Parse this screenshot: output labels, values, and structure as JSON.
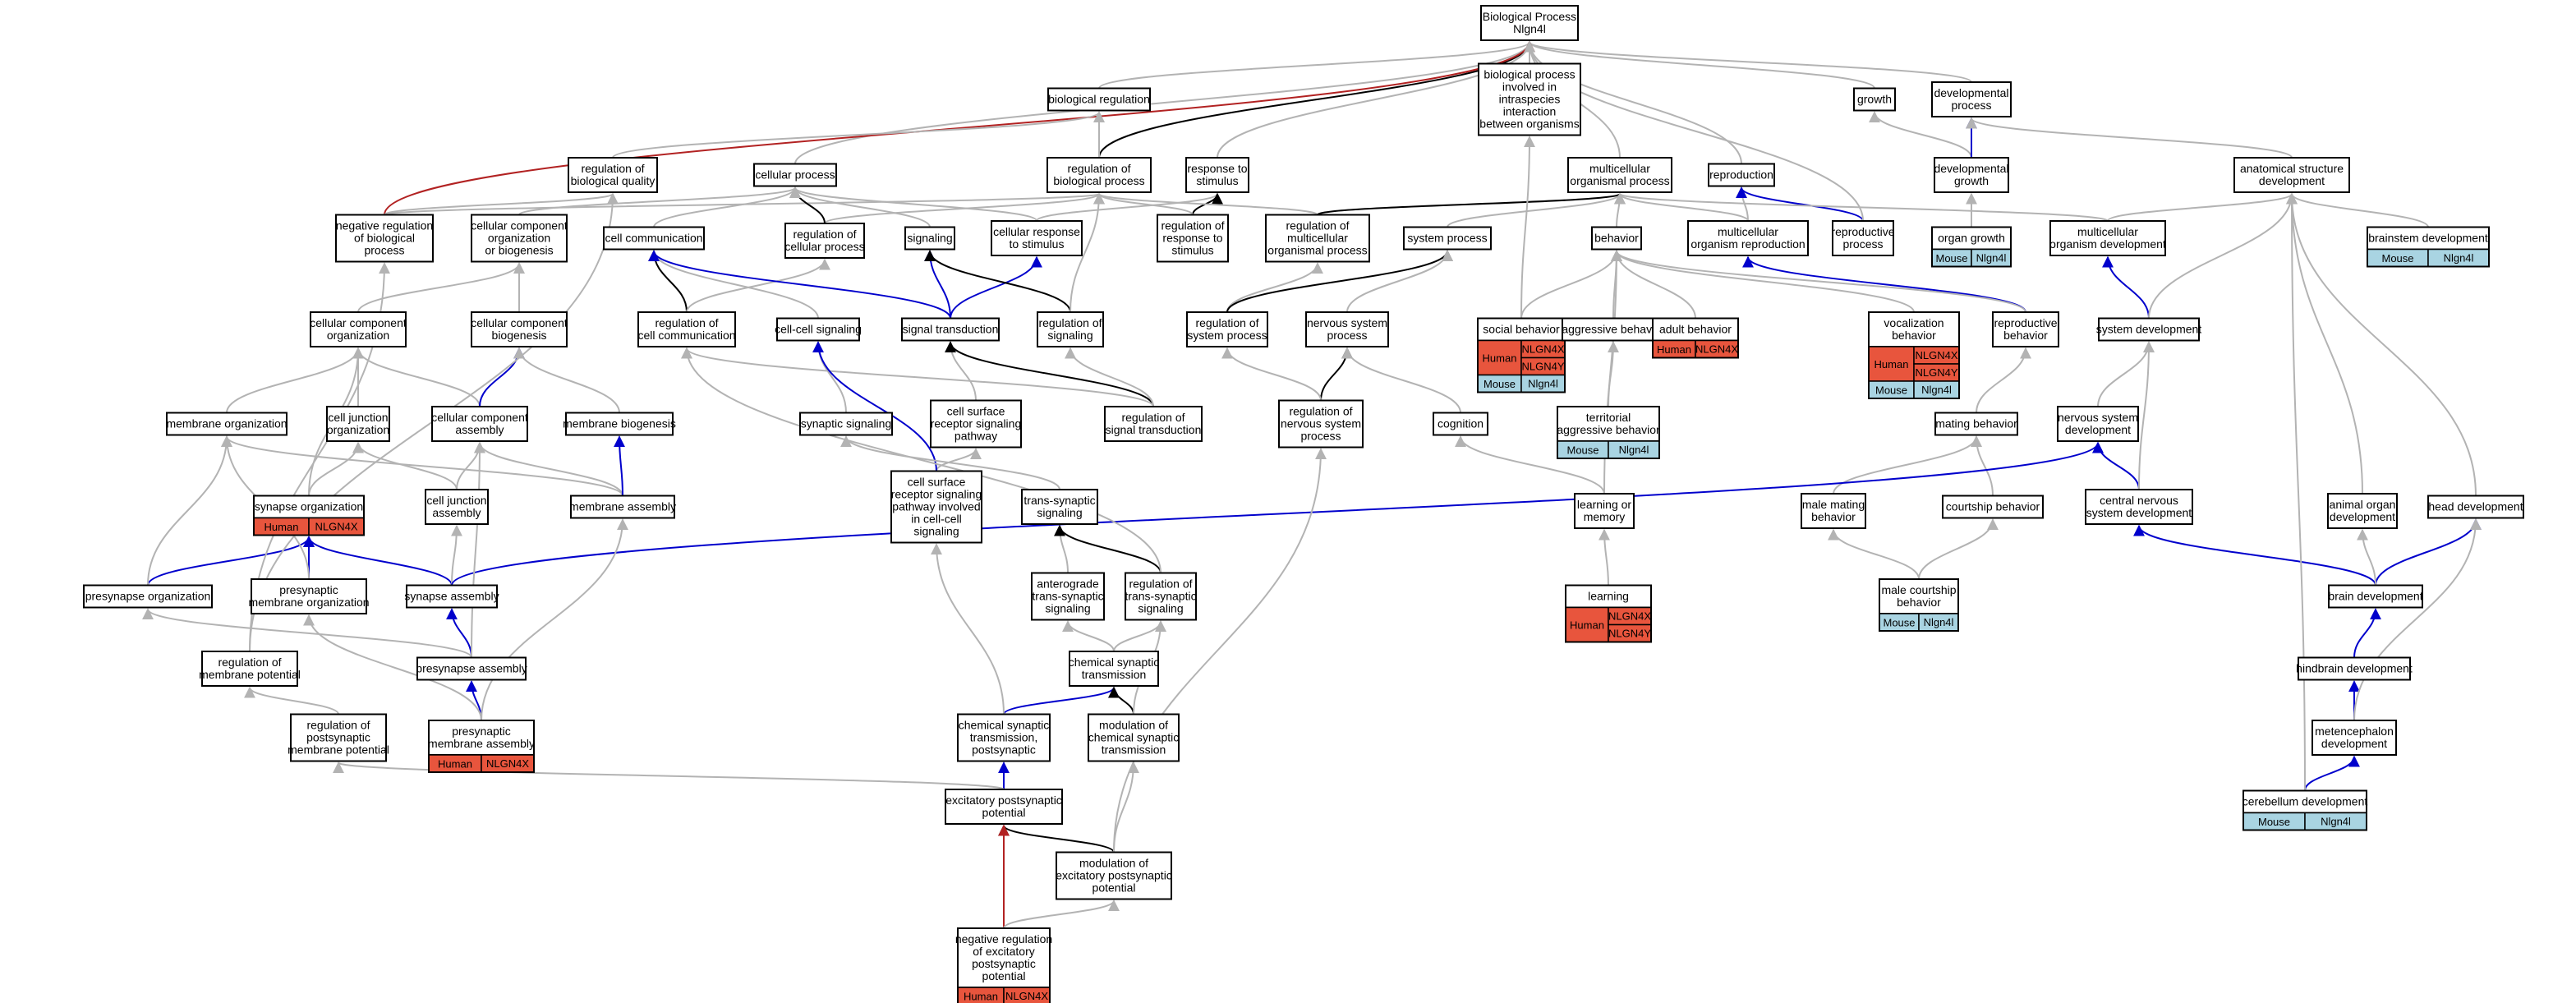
{
  "colors": {
    "is_a": "#b3b3b3",
    "regulates": "#000000",
    "positively_regulates": "#0000cc",
    "negatively_regulates": "#b22222",
    "human_fill": "#e8553d",
    "mouse_fill": "#a9d4e2",
    "node_border": "#000000"
  },
  "nodes": [
    {
      "id": "bp",
      "lines": [
        "Biological Process",
        "Nlgn4l"
      ]
    },
    {
      "id": "bioreg",
      "lines": [
        "biological regulation"
      ]
    },
    {
      "id": "bpinter",
      "lines": [
        "biological process",
        "involved in",
        "intraspecies",
        "interaction",
        "between organisms"
      ]
    },
    {
      "id": "growth",
      "lines": [
        "growth"
      ]
    },
    {
      "id": "devproc",
      "lines": [
        "developmental",
        "process"
      ]
    },
    {
      "id": "regbioq",
      "lines": [
        "regulation of",
        "biological quality"
      ]
    },
    {
      "id": "cellproc",
      "lines": [
        "cellular process"
      ]
    },
    {
      "id": "regbp",
      "lines": [
        "regulation of",
        "biological process"
      ]
    },
    {
      "id": "respstim",
      "lines": [
        "response to",
        "stimulus"
      ]
    },
    {
      "id": "multiorg",
      "lines": [
        "multicellular",
        "organismal process"
      ]
    },
    {
      "id": "repro",
      "lines": [
        "reproduction"
      ]
    },
    {
      "id": "devgrowth",
      "lines": [
        "developmental",
        "growth"
      ]
    },
    {
      "id": "anatdev",
      "lines": [
        "anatomical structure",
        "development"
      ]
    },
    {
      "id": "negreg",
      "lines": [
        "negative regulation",
        "of biological",
        "process"
      ]
    },
    {
      "id": "ccorg",
      "lines": [
        "cellular component",
        "organization",
        "or biogenesis"
      ]
    },
    {
      "id": "cellcomm",
      "lines": [
        "cell communication"
      ]
    },
    {
      "id": "regcp",
      "lines": [
        "regulation of",
        "cellular process"
      ]
    },
    {
      "id": "signaling",
      "lines": [
        "signaling"
      ]
    },
    {
      "id": "cellresp",
      "lines": [
        "cellular response",
        "to stimulus"
      ]
    },
    {
      "id": "regresp",
      "lines": [
        "regulation of",
        "response to",
        "stimulus"
      ]
    },
    {
      "id": "regmulti",
      "lines": [
        "regulation of",
        "multicellular",
        "organismal process"
      ]
    },
    {
      "id": "sysproc",
      "lines": [
        "system process"
      ]
    },
    {
      "id": "behavior",
      "lines": [
        "behavior"
      ]
    },
    {
      "id": "multirepro",
      "lines": [
        "multicellular",
        "organism reproduction"
      ]
    },
    {
      "id": "reproproc",
      "lines": [
        "reproductive",
        "process"
      ]
    },
    {
      "id": "organgrowth",
      "lines": [
        "organ growth"
      ],
      "badge": {
        "org": "Mouse",
        "genes": [
          "Nlgn4l"
        ]
      }
    },
    {
      "id": "multidev",
      "lines": [
        "multicellular",
        "organism development"
      ]
    },
    {
      "id": "brainstem",
      "lines": [
        "brainstem development"
      ],
      "badge": {
        "org": "Mouse",
        "genes": [
          "Nlgn4l"
        ]
      }
    },
    {
      "id": "ccorg2",
      "lines": [
        "cellular component",
        "organization"
      ]
    },
    {
      "id": "ccbio",
      "lines": [
        "cellular component",
        "biogenesis"
      ]
    },
    {
      "id": "regcellcomm",
      "lines": [
        "regulation of",
        "cell communication"
      ]
    },
    {
      "id": "cellcell",
      "lines": [
        "cell-cell signaling"
      ]
    },
    {
      "id": "sigtrans",
      "lines": [
        "signal transduction"
      ]
    },
    {
      "id": "regsig",
      "lines": [
        "regulation of",
        "signaling"
      ]
    },
    {
      "id": "regsys",
      "lines": [
        "regulation of",
        "system process"
      ]
    },
    {
      "id": "nsproc",
      "lines": [
        "nervous system",
        "process"
      ]
    },
    {
      "id": "social",
      "lines": [
        "social behavior"
      ],
      "badge": {
        "org": "Human",
        "genes": [
          "NLGN4X",
          "NLGN4Y"
        ],
        "org2": "Mouse",
        "genes2": [
          "Nlgn4l"
        ]
      }
    },
    {
      "id": "aggr",
      "lines": [
        "aggressive behavior"
      ]
    },
    {
      "id": "adult",
      "lines": [
        "adult behavior"
      ],
      "badge": {
        "org": "Human",
        "genes": [
          "NLGN4X"
        ]
      }
    },
    {
      "id": "vocal",
      "lines": [
        "vocalization",
        "behavior"
      ],
      "badge": {
        "org": "Human",
        "genes": [
          "NLGN4X",
          "NLGN4Y"
        ],
        "org2": "Mouse",
        "genes2": [
          "Nlgn4l"
        ]
      }
    },
    {
      "id": "reprobeh",
      "lines": [
        "reproductive",
        "behavior"
      ]
    },
    {
      "id": "sysdev",
      "lines": [
        "system development"
      ]
    },
    {
      "id": "memorg",
      "lines": [
        "membrane organization"
      ]
    },
    {
      "id": "cjorg",
      "lines": [
        "cell junction",
        "organization"
      ]
    },
    {
      "id": "ccassem",
      "lines": [
        "cellular component",
        "assembly"
      ]
    },
    {
      "id": "membio",
      "lines": [
        "membrane biogenesis"
      ]
    },
    {
      "id": "csrec",
      "lines": [
        "cell surface",
        "receptor signaling",
        "pathway"
      ]
    },
    {
      "id": "regsigtrans",
      "lines": [
        "regulation of",
        "signal transduction"
      ]
    },
    {
      "id": "synsig",
      "lines": [
        "synaptic signaling"
      ]
    },
    {
      "id": "regnsp",
      "lines": [
        "regulation of",
        "nervous system",
        "process"
      ]
    },
    {
      "id": "cognition",
      "lines": [
        "cognition"
      ]
    },
    {
      "id": "territorial",
      "lines": [
        "territorial",
        "aggressive behavior"
      ],
      "badge": {
        "org": "Mouse",
        "genes": [
          "Nlgn4l"
        ]
      }
    },
    {
      "id": "mating",
      "lines": [
        "mating behavior"
      ]
    },
    {
      "id": "nsdev",
      "lines": [
        "nervous system",
        "development"
      ]
    },
    {
      "id": "synorg",
      "lines": [
        "synapse organization"
      ],
      "badge": {
        "org": "Human",
        "genes": [
          "NLGN4X"
        ]
      }
    },
    {
      "id": "cjassem",
      "lines": [
        "cell junction",
        "assembly"
      ]
    },
    {
      "id": "memassem",
      "lines": [
        "membrane assembly"
      ]
    },
    {
      "id": "csrec2",
      "lines": [
        "cell surface",
        "receptor signaling",
        "pathway involved",
        "in cell-cell",
        "signaling"
      ]
    },
    {
      "id": "transsyn",
      "lines": [
        "trans-synaptic",
        "signaling"
      ]
    },
    {
      "id": "learnmem",
      "lines": [
        "learning or",
        "memory"
      ]
    },
    {
      "id": "malemating",
      "lines": [
        "male mating",
        "behavior"
      ]
    },
    {
      "id": "courtship",
      "lines": [
        "courtship behavior"
      ]
    },
    {
      "id": "cnsdev",
      "lines": [
        "central nervous",
        "system development"
      ]
    },
    {
      "id": "animalorgan",
      "lines": [
        "animal organ",
        "development"
      ]
    },
    {
      "id": "headdev",
      "lines": [
        "head development"
      ]
    },
    {
      "id": "presynorg",
      "lines": [
        "presynapse organization"
      ]
    },
    {
      "id": "presynmemorg",
      "lines": [
        "presynaptic",
        "membrane organization"
      ]
    },
    {
      "id": "synassem",
      "lines": [
        "synapse assembly"
      ]
    },
    {
      "id": "antero",
      "lines": [
        "anterograde",
        "trans-synaptic",
        "signaling"
      ]
    },
    {
      "id": "regtranssyn",
      "lines": [
        "regulation of",
        "trans-synaptic",
        "signaling"
      ]
    },
    {
      "id": "learning",
      "lines": [
        "learning"
      ],
      "badge": {
        "org": "Human",
        "genes": [
          "NLGN4X",
          "NLGN4Y"
        ]
      }
    },
    {
      "id": "malecourt",
      "lines": [
        "male courtship",
        "behavior"
      ],
      "badge": {
        "org": "Mouse",
        "genes": [
          "Nlgn4l"
        ]
      }
    },
    {
      "id": "braindev",
      "lines": [
        "brain development"
      ]
    },
    {
      "id": "presynassem",
      "lines": [
        "presynapse assembly"
      ]
    },
    {
      "id": "regmempot",
      "lines": [
        "regulation of",
        "membrane potential"
      ]
    },
    {
      "id": "chemsyn",
      "lines": [
        "chemical synaptic",
        "transmission"
      ]
    },
    {
      "id": "hindbrain",
      "lines": [
        "hindbrain development"
      ]
    },
    {
      "id": "regpostmem",
      "lines": [
        "regulation of",
        "postsynaptic",
        "membrane potential"
      ]
    },
    {
      "id": "presynmemassem",
      "lines": [
        "presynaptic",
        "membrane assembly"
      ],
      "badge": {
        "org": "Human",
        "genes": [
          "NLGN4X"
        ]
      }
    },
    {
      "id": "chemsynpost",
      "lines": [
        "chemical synaptic",
        "transmission,",
        "postsynaptic"
      ]
    },
    {
      "id": "modchem",
      "lines": [
        "modulation of",
        "chemical synaptic",
        "transmission"
      ]
    },
    {
      "id": "metenceph",
      "lines": [
        "metencephalon",
        "development"
      ]
    },
    {
      "id": "excpost",
      "lines": [
        "excitatory postsynaptic",
        "potential"
      ]
    },
    {
      "id": "cerebellum",
      "lines": [
        "cerebellum development"
      ],
      "badge": {
        "org": "Mouse",
        "genes": [
          "Nlgn4l"
        ]
      }
    },
    {
      "id": "modexc",
      "lines": [
        "modulation of",
        "excitatory postsynaptic",
        "potential"
      ]
    },
    {
      "id": "negregexc",
      "lines": [
        "negative regulation",
        "of excitatory",
        "postsynaptic",
        "potential"
      ],
      "badge": {
        "org": "Human",
        "genes": [
          "NLGN4X"
        ]
      }
    }
  ]
}
